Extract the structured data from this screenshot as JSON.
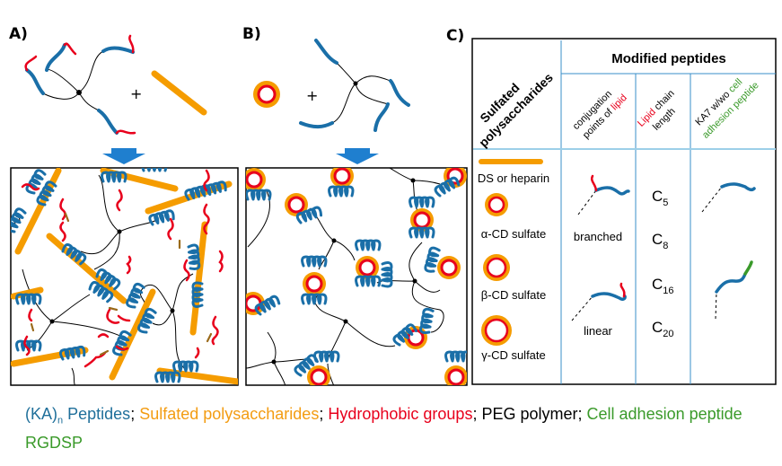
{
  "panels": {
    "a": {
      "label": "A)",
      "plus": "+"
    },
    "b": {
      "label": "B)",
      "plus": "+"
    },
    "c": {
      "label": "C)"
    }
  },
  "table": {
    "col1_header_line1": "Sulfated",
    "col1_header_line2": "polysaccharides",
    "group_header": "Modified peptides",
    "sub_headers": [
      {
        "line1_parts": [
          "conjugation"
        ],
        "line2_parts": [
          "points of ",
          "lipid"
        ]
      },
      {
        "line1_parts": [
          "Lipid",
          " chain"
        ],
        "line2_parts": [
          "length"
        ]
      },
      {
        "line1_parts": [
          "KA7 w/wo ",
          "cell"
        ],
        "line2_parts": [
          "adhesion peptide"
        ]
      }
    ],
    "polysaccharides": [
      "DS or heparin",
      "α-CD sulfate",
      "β-CD sulfate",
      "γ-CD sulfate"
    ],
    "conjugation_points": [
      "branched",
      "linear"
    ],
    "chain_lengths": [
      {
        "base": "C",
        "sub": "5"
      },
      {
        "base": "C",
        "sub": "8"
      },
      {
        "base": "C",
        "sub": "16"
      },
      {
        "base": "C",
        "sub": "20"
      }
    ]
  },
  "legend": {
    "items": [
      {
        "text": "(KA)",
        "sub": "n",
        "rest": " Peptides",
        "color": "#1f6f9a"
      },
      {
        "text": "Sulfated polysaccharides",
        "color": "#f39c12"
      },
      {
        "text": "Hydrophobic groups",
        "color": "#e8001c"
      },
      {
        "text": "PEG polymer",
        "color": "#000000"
      },
      {
        "text": "Cell adhesion peptide RGDSP",
        "color": "#3a9a2a"
      }
    ],
    "separator": "; "
  },
  "colors": {
    "peptide": "#1a6fa8",
    "polysaccharide": "#f59c00",
    "hydrophobic": "#e8001c",
    "peg": "#000000",
    "adhesion": "#3a9a2a",
    "arrow": "#1f7fcf",
    "interaction": "#9a6a1a",
    "table_line": "#3a8fc8"
  }
}
